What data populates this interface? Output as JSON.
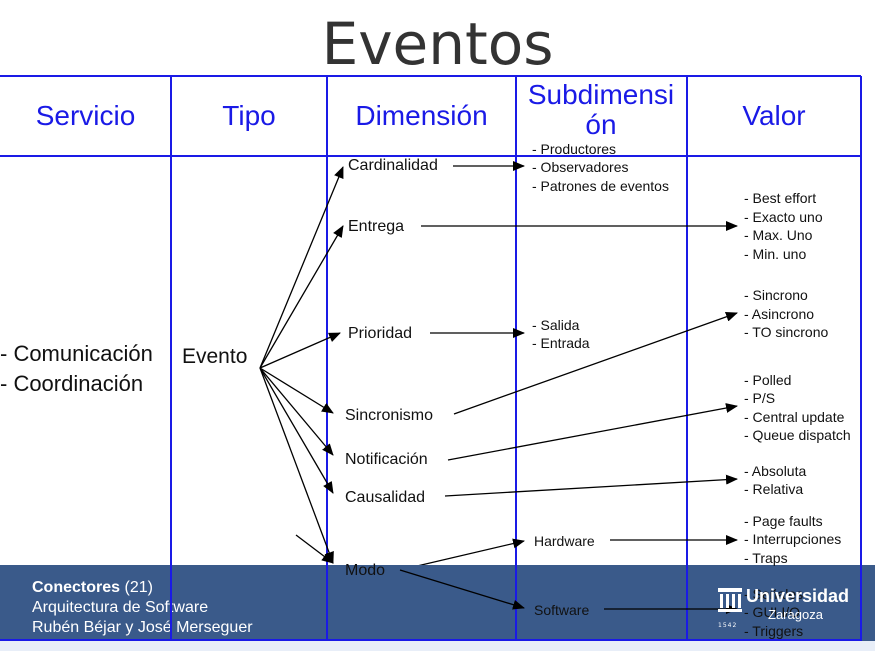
{
  "title": "Eventos",
  "headers": [
    "Servicio",
    "Tipo",
    "Dimensión",
    "Subdimensi ón",
    "Valor"
  ],
  "servicio": [
    "- Comunicación",
    "- Coordinación"
  ],
  "tipo": "Evento",
  "dimensiones": {
    "cardinalidad": "Cardinalidad",
    "entrega": "Entrega",
    "prioridad": "Prioridad",
    "sincronismo": "Sincronismo",
    "notificacion": "Notificación",
    "causalidad": "Causalidad",
    "modo": "Modo"
  },
  "subdimensiones": {
    "cardinalidad": [
      "- Productores",
      "- Observadores",
      "- Patrones de eventos"
    ],
    "prioridad": [
      "- Salida",
      "- Entrada"
    ],
    "hardware": "Hardware",
    "software": "Software"
  },
  "valores": {
    "entrega": [
      "- Best effort",
      "- Exacto uno",
      "- Max. Uno",
      "- Min. uno"
    ],
    "sincronismo": [
      "- Sincrono",
      "- Asincrono",
      "- TO sincrono"
    ],
    "notificacion": [
      "- Polled",
      "- P/S",
      "- Central update",
      "- Queue dispatch"
    ],
    "causalidad": [
      "- Absoluta",
      "- Relativa"
    ],
    "hardware": [
      "- Page faults",
      "- Interrupciones",
      "- Traps"
    ],
    "software": [
      "- Señales",
      "- GUI I/O",
      "- Triggers"
    ]
  },
  "footer": {
    "course": "Conectores",
    "slide_number": "(21)",
    "subject": "Arquitectura de Software",
    "authors": "Rubén Béjar y José Merseguer",
    "logo_name": "Universidad",
    "logo_city": "Zaragoza",
    "logo_year": "1542"
  },
  "colors": {
    "grid": "#1a1ae6",
    "footer_bg": "#3a5a8a",
    "arrow": "#000000"
  }
}
